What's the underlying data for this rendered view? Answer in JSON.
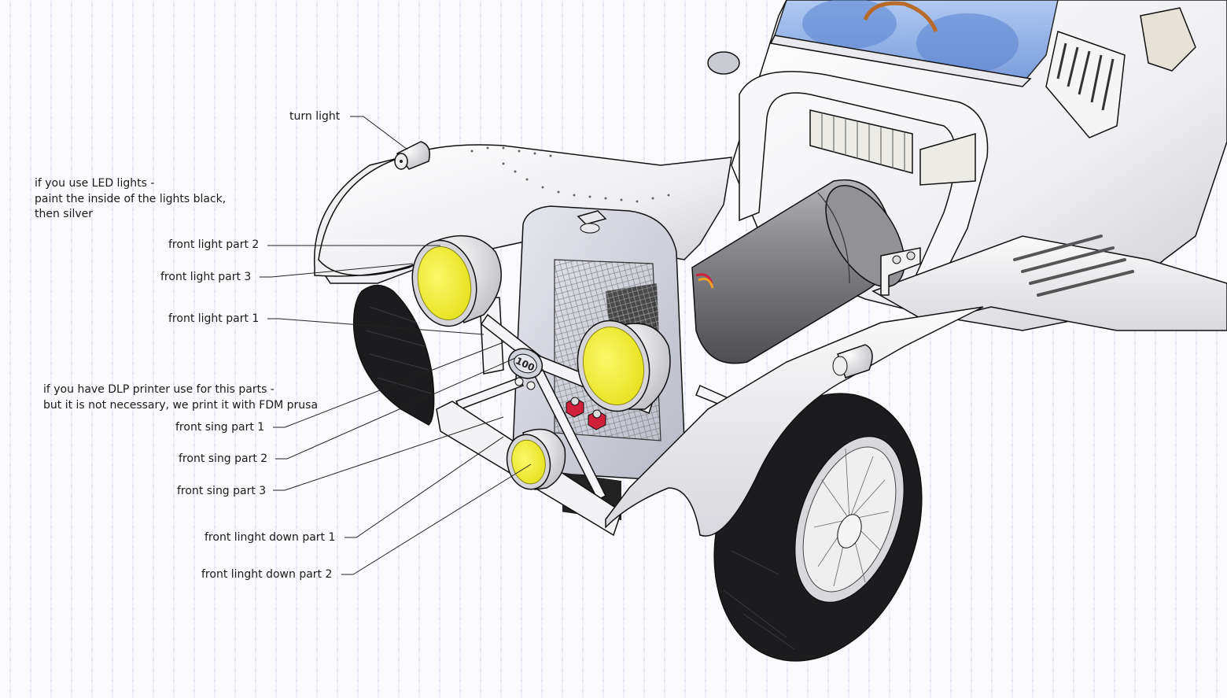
{
  "diagram": {
    "subject": "3D CAD model of vintage roadster front end",
    "colors": {
      "lens_yellow": "#f2ee1f",
      "body_white": "#f4f4f6",
      "tire_black": "#1c1c1e",
      "motor_gray": "#7c7c80",
      "windshield_blue": "#7fa6e6",
      "steering_wood": "#b86a2a",
      "bolt_red": "#d0203a"
    },
    "labels": {
      "turn_light": "turn light",
      "front_light_part_2": "front light part 2",
      "front_light_part_3": "front light part 3",
      "front_light_part_1": "front light part 1",
      "front_sing_part_1": "front sing part 1",
      "front_sing_part_2": "front sing part 2",
      "front_sing_part_3": "front sing part 3",
      "front_linght_down_part_1": "front linght down part 1",
      "front_linght_down_part_2": "front linght down part 2"
    },
    "notes": {
      "led_lights": [
        "if you use LED lights -",
        "paint the inside of the lights black,",
        "then silver"
      ],
      "dlp_printer": [
        "if you have DLP printer use for this parts -",
        "but it is not necessary, we print it with FDM prusa"
      ]
    },
    "badge_text": "100"
  }
}
